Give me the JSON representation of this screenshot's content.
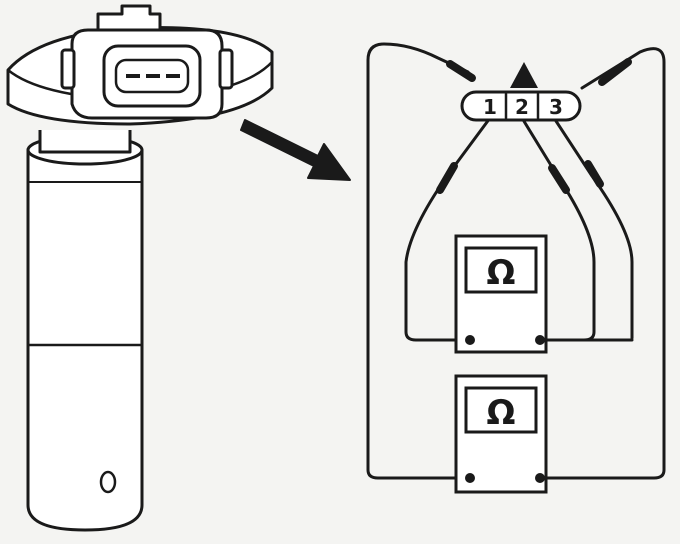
{
  "connector": {
    "pins": [
      {
        "label": "1"
      },
      {
        "label": "2"
      },
      {
        "label": "3"
      }
    ]
  },
  "meters": [
    {
      "symbol": "Ω"
    },
    {
      "symbol": "Ω"
    }
  ],
  "colors": {
    "ink": "#1a1a1a",
    "background": "#f4f4f2",
    "body_fill": "#ffffff"
  },
  "icons": {
    "direction_arrow": "arrow-right-down-icon",
    "meter": "ohmmeter-icon"
  }
}
